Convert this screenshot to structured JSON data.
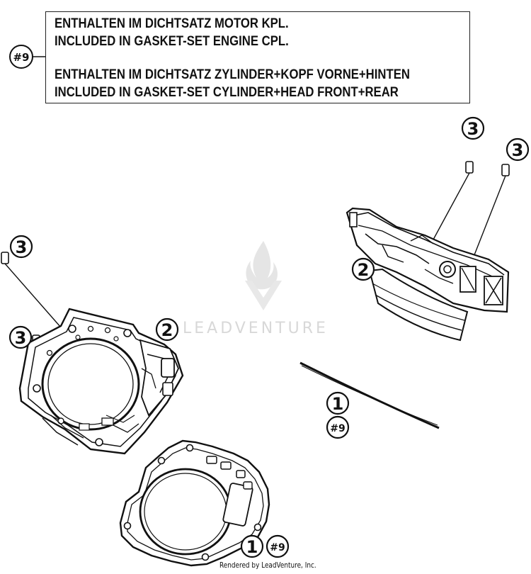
{
  "legend": {
    "tag": "#9",
    "lines": [
      "ENTHALTEN IM DICHTSATZ MOTOR KPL.",
      "INCLUDED IN GASKET-SET ENGINE CPL.",
      "ENTHALTEN IM DICHTSATZ ZYLINDER+KOPF VORNE+HINTEN",
      "INCLUDED IN GASKET-SET CYLINDER+HEAD FRONT+REAR"
    ]
  },
  "callouts": {
    "top_right_a": "3",
    "top_right_b": "3",
    "right_cylinder": "2",
    "left_pin_top": "3",
    "left_pin_mid": "3",
    "left_cylinder": "2",
    "oring_num": "1",
    "oring_tag": "#9",
    "gasket_num": "1",
    "gasket_tag": "#9"
  },
  "watermark": "LEADVENTURE",
  "credit": "Rendered by LeadVenture, Inc."
}
